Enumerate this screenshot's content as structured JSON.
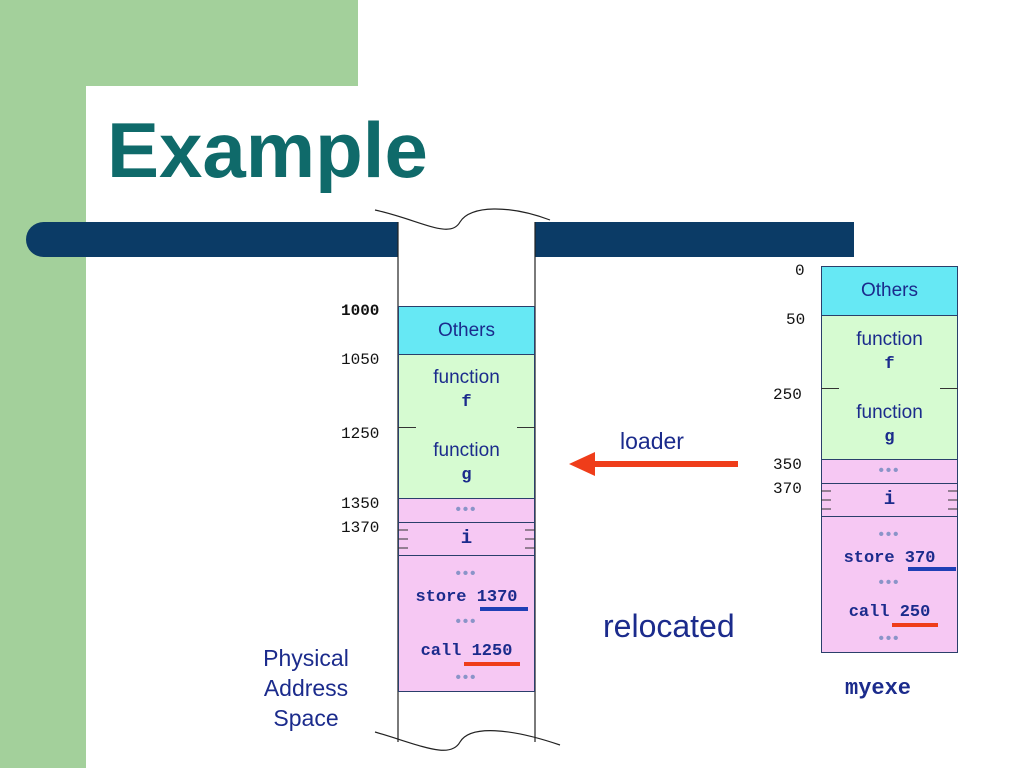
{
  "title": "Example",
  "physical": {
    "segments": {
      "others": "Others",
      "f_label": "function",
      "f_name": "f",
      "g_label": "function",
      "g_name": "g",
      "var_i": "i",
      "store_op": "store",
      "store_addr": "1370",
      "call_op": "call",
      "call_addr": "1250",
      "dots": "•••"
    },
    "addresses": {
      "a1000": "1000",
      "a1050": "1050",
      "a1250": "1250",
      "a1350": "1350",
      "a1370": "1370"
    },
    "caption": [
      "Physical",
      "Address",
      "Space"
    ]
  },
  "myexe": {
    "segments": {
      "others": "Others",
      "f_label": "function",
      "f_name": "f",
      "g_label": "function",
      "g_name": "g",
      "var_i": "i",
      "store_op": "store",
      "store_addr": "370",
      "call_op": "call",
      "call_addr": "250",
      "dots": "•••"
    },
    "addresses": {
      "a0": "0",
      "a50": "50",
      "a250": "250",
      "a350": "350",
      "a370": "370"
    },
    "caption": "myexe"
  },
  "loader_label": "loader",
  "relocated_label": "relocated",
  "colors": {
    "title": "#0f6a6a",
    "bar": "#0b3b66",
    "others_fill": "#66e8f4",
    "function_fill": "#d6fbd1",
    "data_fill": "#f6c8f3",
    "arrow": "#ef3d1a",
    "underline_blue": "#1f3fb5",
    "underline_red": "#ef3d1a"
  }
}
